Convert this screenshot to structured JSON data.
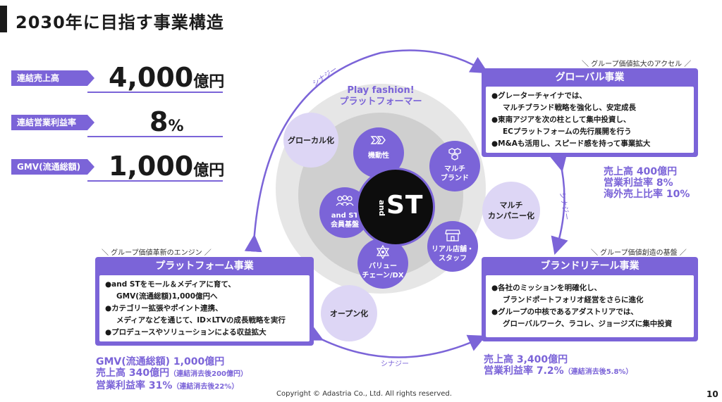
{
  "title": "2030年に目指す事業構造",
  "kpis": [
    {
      "label": "連結売上高",
      "value": "4,000",
      "unit": "億円"
    },
    {
      "label": "連結営業利益率",
      "value": "8",
      "unit": "%"
    },
    {
      "label": "GMV(流通総額)",
      "value": "1,000",
      "unit": "億円"
    }
  ],
  "diagram": {
    "platform_line1": "Play fashion!",
    "platform_line2": "プラットフォーマー",
    "center_small": "and",
    "center_big": "ST",
    "petals": {
      "mobility": "機動性",
      "multi_brand_1": "マルチ",
      "multi_brand_2": "ブランド",
      "membership_1": "and ST",
      "membership_2": "会員基盤",
      "retail_1": "リアル店舗・",
      "retail_2": "スタッフ",
      "value_chain_1": "バリュー",
      "value_chain_2": "チェーン/DX"
    },
    "satellites": {
      "glocal": "グローカル化",
      "multi_company_1": "マルチ",
      "multi_company_2": "カンパニー化",
      "open": "オープン化"
    },
    "synergy": "シナジー"
  },
  "global": {
    "caption": "＼ グループ価値拡大のアクセル ／",
    "title": "グローバル事業",
    "lines": [
      "●グレーターチャイナでは、",
      "マルチブランド戦略を強化し、安定成長",
      "●東南アジアを次の柱として集中投資し、",
      "ECプラットフォームの先行展開を行う",
      "●M&Aも活用し、スピード感を持って事業拡大"
    ],
    "stats": [
      "売上高 400億円",
      "営業利益率 8%",
      "海外売上比率 10%"
    ]
  },
  "platform": {
    "caption": "＼ グループ価値革新のエンジン ／",
    "title": "プラットフォーム事業",
    "lines": [
      "●and STをモール＆メディアに育て、",
      "GMV(流通総額)1,000億円へ",
      "●カテゴリー拡張やポイント連携、",
      "メディアなどを通じて、ID×LTVの成長戦略を実行",
      "●プロデュースやソリューションによる収益拡大"
    ],
    "stats": {
      "gmv": "GMV(流通総額) 1,000億円",
      "sales": "売上高 340億円",
      "sales_note": "（連結消去後200億円）",
      "margin": "営業利益率 31%",
      "margin_note": "（連結消去後22%）"
    }
  },
  "brand": {
    "caption": "＼ グループ価値創造の基盤 ／",
    "title": "ブランドリテール事業",
    "lines": [
      "●各社のミッションを明確化し、",
      "ブランドポートフォリオ経営をさらに進化",
      "●グループの中核であるアダストリアでは、",
      "グローバルワーク、ラコレ、ジョージズに集中投資"
    ],
    "stats": {
      "sales": "売上高 3,400億円",
      "margin": "営業利益率 7.2%",
      "margin_note": "（連結消去後5.8%）"
    }
  },
  "footer": {
    "copyright": "Copyright © Adastria Co., Ltd. All rights reserved.",
    "page": "10"
  },
  "colors": {
    "accent": "#7b64d8",
    "light": "#ddd6f5",
    "dark": "#1a1a1a"
  }
}
